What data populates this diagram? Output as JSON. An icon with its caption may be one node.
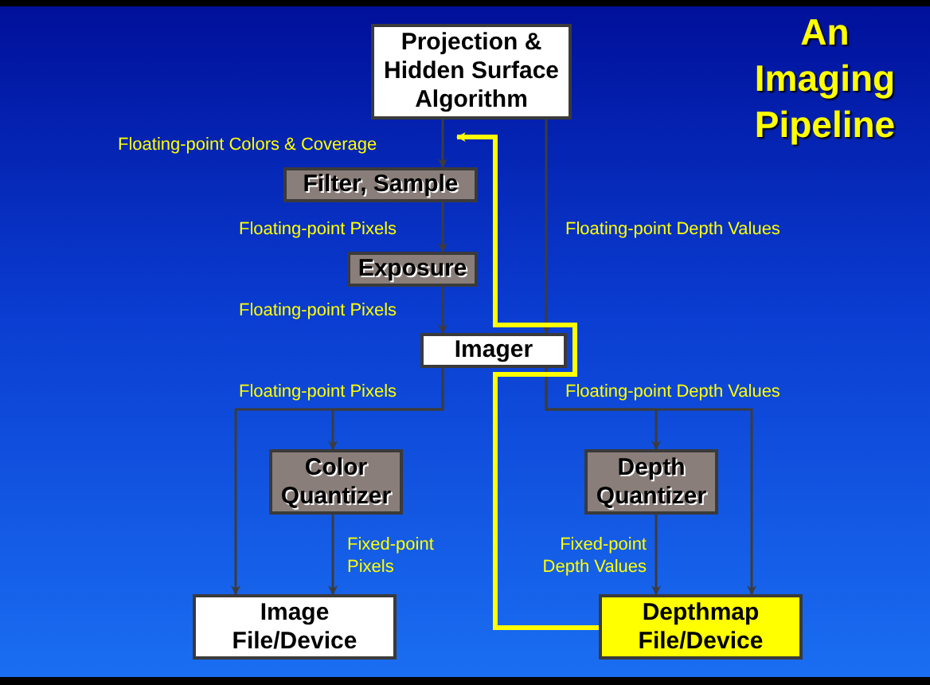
{
  "diagram": {
    "title": "An Imaging Pipeline",
    "nodes": [
      {
        "text": [
          "Projection & Hidden Surface Algorithm"
        ]
      },
      {
        "text": [
          "Filter, Sample"
        ]
      },
      {
        "text": [
          "Exposure"
        ]
      },
      {
        "text": [
          "Imager"
        ]
      },
      {
        "text": [
          "Color Quantizer"
        ]
      },
      {
        "text": [
          "Depth Quantizer"
        ]
      },
      {
        "text": [
          "Image File/Device"
        ]
      },
      {
        "text": [
          "Depthmap File/Device"
        ]
      }
    ],
    "edges": [
      {
        "from": 0,
        "to": 1,
        "arrow": "to",
        "label": "Floating-point Colors & Coverage"
      },
      {
        "from": 1,
        "to": 2,
        "arrow": "to",
        "label": "Floating-point Pixels"
      },
      {
        "from": 2,
        "to": 3,
        "arrow": "to",
        "label": "Floating-point Pixels"
      },
      {
        "from": 0,
        "to": 3,
        "arrow": "to",
        "label": "Floating-point Depth Values"
      },
      {
        "from": 3,
        "to": 4,
        "arrow": "to",
        "label": "Floating-point Pixels"
      },
      {
        "from": 3,
        "to": 6,
        "arrow": "to"
      },
      {
        "from": 3,
        "to": 5,
        "arrow": "to",
        "label": "Floating-point Depth Values"
      },
      {
        "from": 3,
        "to": 7,
        "arrow": "to"
      },
      {
        "from": 4,
        "to": 6,
        "arrow": "to",
        "label": "Fixed-point Pixels"
      },
      {
        "from": 5,
        "to": 7,
        "arrow": "to",
        "label": "Fixed-point Depth Values"
      },
      {
        "from": 7,
        "to": 1,
        "arrow": "to",
        "style": "thick",
        "color": "#ffff00"
      }
    ]
  }
}
